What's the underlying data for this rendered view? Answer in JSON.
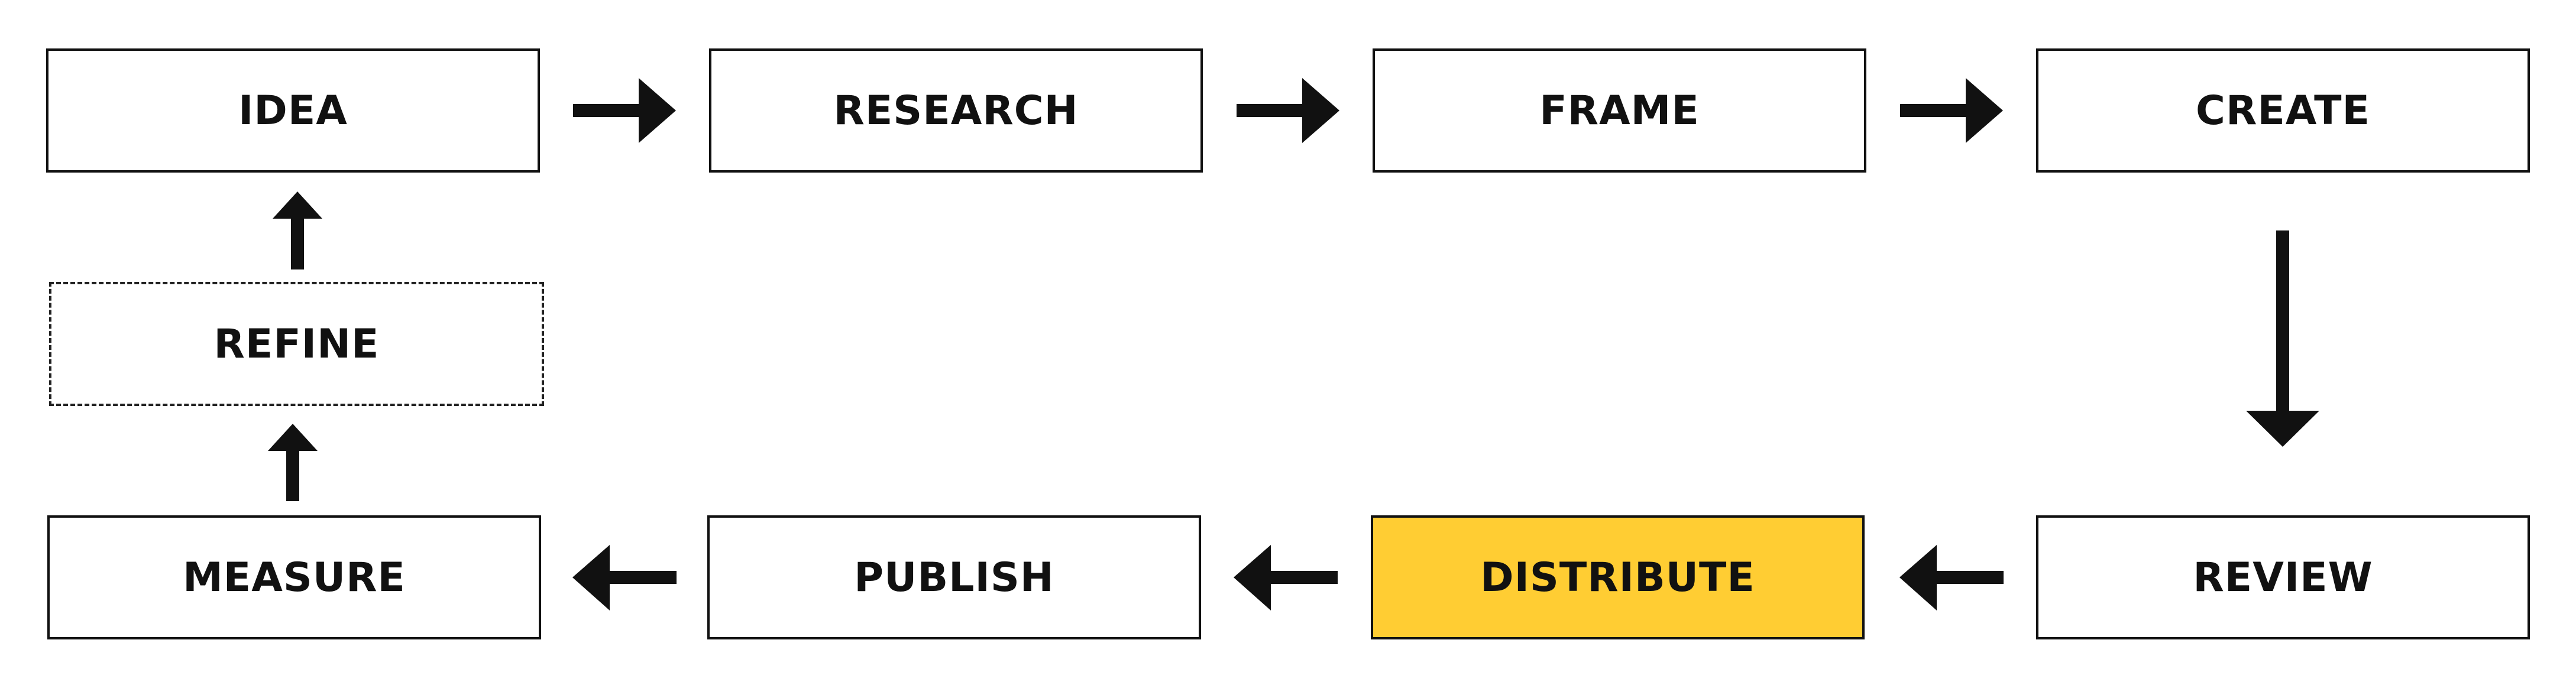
{
  "diagram": {
    "type": "process-cycle",
    "steps": [
      {
        "id": "idea",
        "label": "IDEA",
        "style": "solid"
      },
      {
        "id": "research",
        "label": "RESEARCH",
        "style": "solid"
      },
      {
        "id": "frame",
        "label": "FRAME",
        "style": "solid"
      },
      {
        "id": "create",
        "label": "CREATE",
        "style": "solid"
      },
      {
        "id": "review",
        "label": "REVIEW",
        "style": "solid"
      },
      {
        "id": "distribute",
        "label": "DISTRIBUTE",
        "style": "highlighted"
      },
      {
        "id": "publish",
        "label": "PUBLISH",
        "style": "solid"
      },
      {
        "id": "measure",
        "label": "MEASURE",
        "style": "solid"
      },
      {
        "id": "refine",
        "label": "REFINE",
        "style": "dashed"
      }
    ],
    "flow": [
      [
        "idea",
        "research"
      ],
      [
        "research",
        "frame"
      ],
      [
        "frame",
        "create"
      ],
      [
        "create",
        "review"
      ],
      [
        "review",
        "distribute"
      ],
      [
        "distribute",
        "publish"
      ],
      [
        "publish",
        "measure"
      ],
      [
        "measure",
        "refine"
      ],
      [
        "refine",
        "idea"
      ]
    ],
    "colors": {
      "highlight": "#ffcd33",
      "border": "#111111",
      "arrow": "#111111",
      "background": "#ffffff"
    }
  }
}
